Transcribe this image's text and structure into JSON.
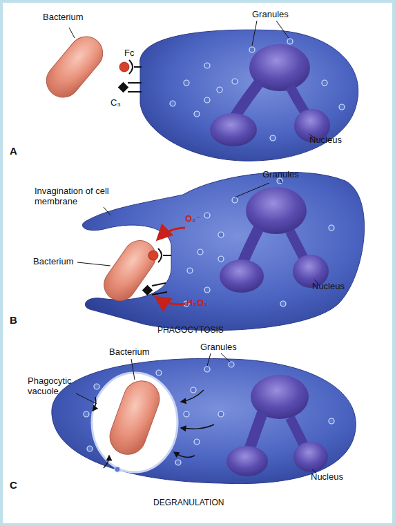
{
  "diagram": {
    "labels": [
      "Bacterium",
      "Granules",
      "Fc",
      "C₃",
      "Nucleus",
      "A",
      "Granules",
      "Invagination of cell membrane",
      "O₂⁻",
      "Bacterium",
      "H₂O₂",
      "Nucleus",
      "B",
      "PHAGOCYTOSIS",
      "Bacterium",
      "Granules",
      "Phagocytic vacuole",
      "Nucleus",
      "C",
      "DEGRANULATION"
    ]
  }
}
